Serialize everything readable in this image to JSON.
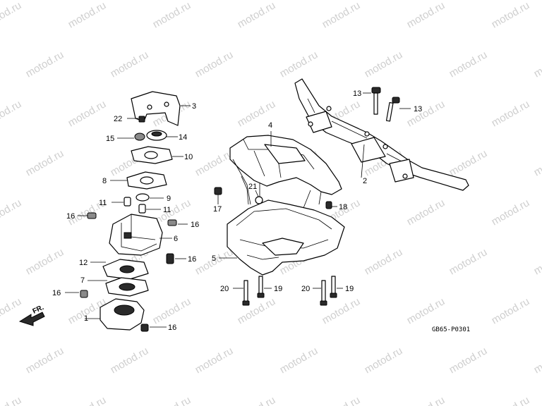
{
  "watermark": "motod.ru",
  "diagram_code": "GB65-P0301",
  "direction_label": "FR.",
  "callouts": {
    "c1": "1",
    "c2": "2",
    "c3": "3",
    "c4": "4",
    "c5": "5",
    "c6": "6",
    "c7": "7",
    "c8": "8",
    "c9": "9",
    "c10": "10",
    "c11a": "11",
    "c11b": "11",
    "c12": "12",
    "c13a": "13",
    "c13b": "13",
    "c14": "14",
    "c15": "15",
    "c16a": "16",
    "c16b": "16",
    "c16c": "16",
    "c16d": "16",
    "c16e": "16",
    "c17": "17",
    "c18": "18",
    "c19a": "19",
    "c19b": "19",
    "c20a": "20",
    "c20b": "20",
    "c21": "21",
    "c22": "22"
  }
}
